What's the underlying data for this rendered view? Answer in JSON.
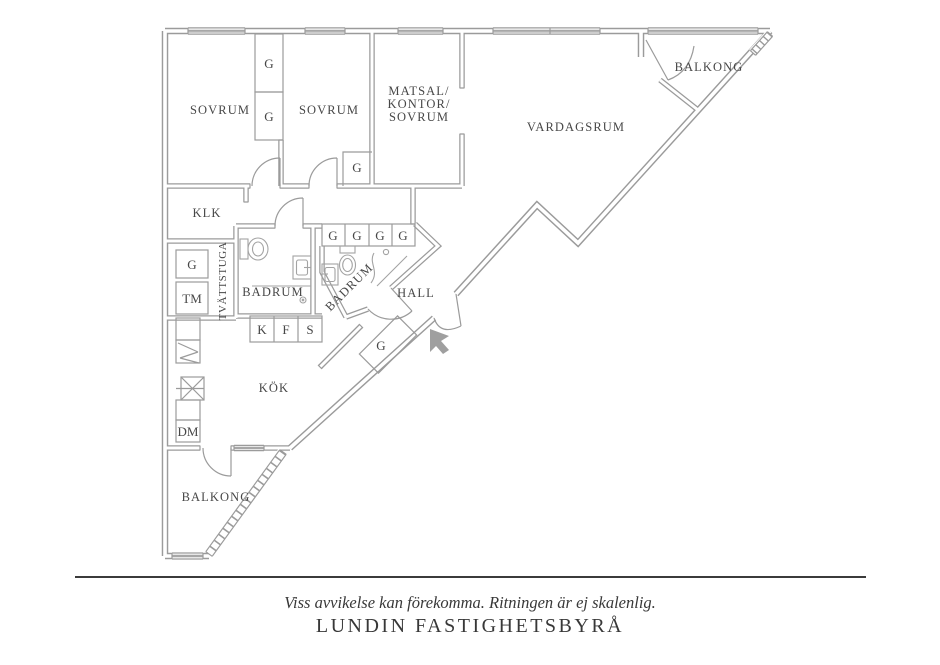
{
  "rooms": {
    "sovrum1": "SOVRUM",
    "sovrum2": "SOVRUM",
    "matsal": [
      "MATSAL/",
      "KONTOR/",
      "SOVRUM"
    ],
    "vardagsrum": "VARDAGSRUM",
    "balkong_top": "BALKONG",
    "klk": "KLK",
    "tvattstuga": "TVÄTTSTUGA",
    "badrum1": "BADRUM",
    "badrum2": "BADRUM",
    "hall": "HALL",
    "kok": "KÖK",
    "balkong_bottom": "BALKONG"
  },
  "cabinet_labels": {
    "g": "G",
    "tm": "TM",
    "dm": "DM",
    "k": "K",
    "f": "F",
    "s": "S"
  },
  "footer": {
    "disclaimer": "Viss avvikelse kan förekomma. Ritningen är ej skalenlig.",
    "company": "LUNDIN FASTIGHETSBYRÅ"
  },
  "colors": {
    "wall": "#9b9b9b",
    "label_text": "#474747",
    "footer_text": "#383838",
    "entrance_arrow": "#9f9f9f",
    "background": "#ffffff"
  }
}
